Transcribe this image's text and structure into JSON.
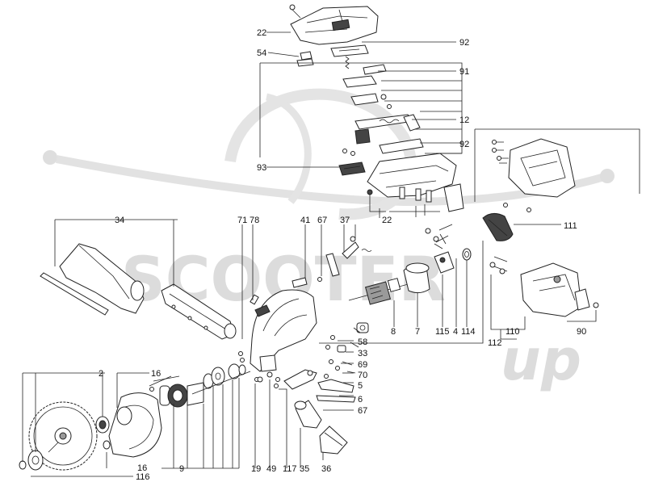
{
  "watermark": {
    "brand": "SCOOTER",
    "suffix": "up"
  },
  "callouts": {
    "c22_top": "22",
    "c92_top": "92",
    "c54": "54",
    "c91": "91",
    "c12": "12",
    "c92_mid": "92",
    "c93": "93",
    "c22_mid": "22",
    "c34": "34",
    "c71": "71",
    "c78": "78",
    "c41": "41",
    "c67_top": "67",
    "c37": "37",
    "c111": "111",
    "c8": "8",
    "c7": "7",
    "c115": "115",
    "c4": "4",
    "c114": "114",
    "c110": "110",
    "c90": "90",
    "c112": "112",
    "c58": "58",
    "c33": "33",
    "c69": "69",
    "c70": "70",
    "c5": "5",
    "c6": "6",
    "c67_bot": "67",
    "c2": "2",
    "c16_top": "16",
    "c16_bot": "16",
    "c116": "116",
    "c9": "9",
    "c19": "19",
    "c49": "49",
    "c117": "117",
    "c35": "35",
    "c36": "36"
  }
}
